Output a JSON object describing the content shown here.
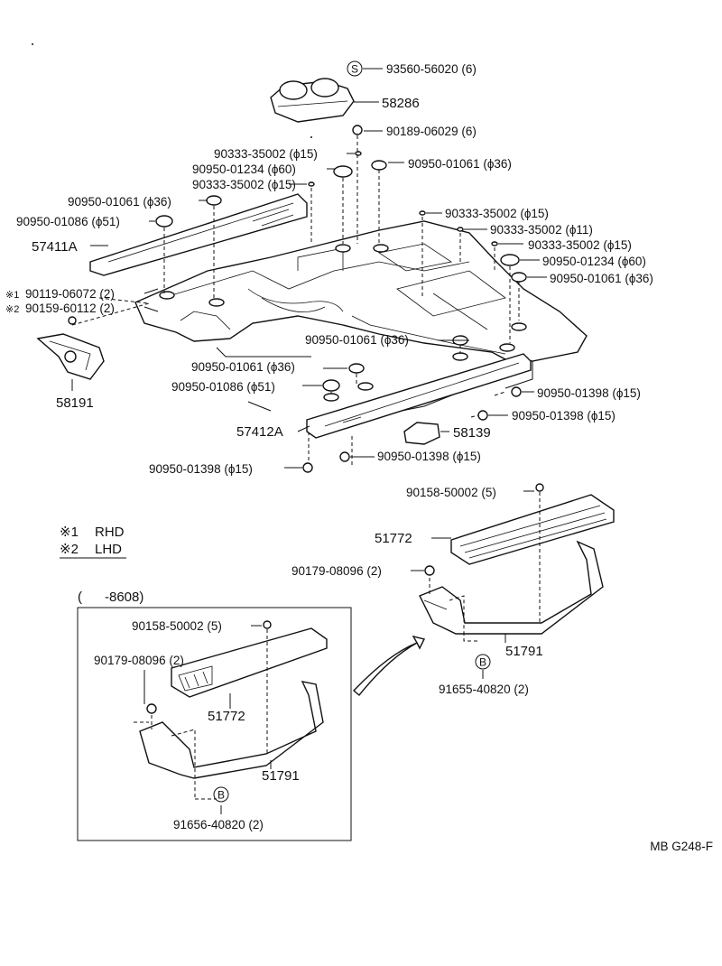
{
  "labels": {
    "p93560": "93560-56020 (6)",
    "p58286": "58286",
    "p90189": "90189-06029 (6)",
    "p90333a": "90333-35002 (ϕ15)",
    "p90950_1234a": "90950-01234 (ϕ60)",
    "p90950_1061a": "90950-01061 (ϕ36)",
    "p90333b": "90333-35002 (ϕ15)",
    "p90950_1061b": "90950-01061 (ϕ36)",
    "p90950_1086a": "90950-01086 (ϕ51)",
    "p57411A": "57411A",
    "p90333c": "90333-35002 (ϕ15)",
    "p90333d": "90333-35002 (ϕ11)",
    "p90333e": "90333-35002 (ϕ15)",
    "p90950_1234b": "90950-01234 (ϕ60)",
    "p90950_1061c": "90950-01061 (ϕ36)",
    "p90119": "90119-06072 (2)",
    "p90159": "90159-60112 (2)",
    "p58191": "58191",
    "p90950_1061d": "90950-01061 (ϕ36)",
    "p90950_1061e": "90950-01061 (ϕ36)",
    "p90950_1086b": "90950-01086 (ϕ51)",
    "p90950_1398a": "90950-01398 (ϕ15)",
    "p90950_1398b": "90950-01398 (ϕ15)",
    "p58139": "58139",
    "p57412A": "57412A",
    "p90950_1398c": "90950-01398 (ϕ15)",
    "p90950_1398d": "90950-01398 (ϕ15)",
    "p90158a": "90158-50002 (5)",
    "p51772a": "51772",
    "p90179a": "90179-08096 (2)",
    "p51791a": "51791",
    "p91655": "91655-40820 (2)",
    "p8608": "(      -8608)",
    "p90158b": "90158-50002 (5)",
    "p90179b": "90179-08096 (2)",
    "p51772b": "51772",
    "p51791b": "51791",
    "p91656": "91656-40820 (2)",
    "mark1": "※1",
    "mark2": "※2",
    "sym_S": "S",
    "sym_B1": "B",
    "sym_B2": "B"
  },
  "legend": [
    {
      "mark": "※1",
      "text": "RHD"
    },
    {
      "mark": "※2",
      "text": "LHD"
    }
  ],
  "code": "MB G248-F"
}
